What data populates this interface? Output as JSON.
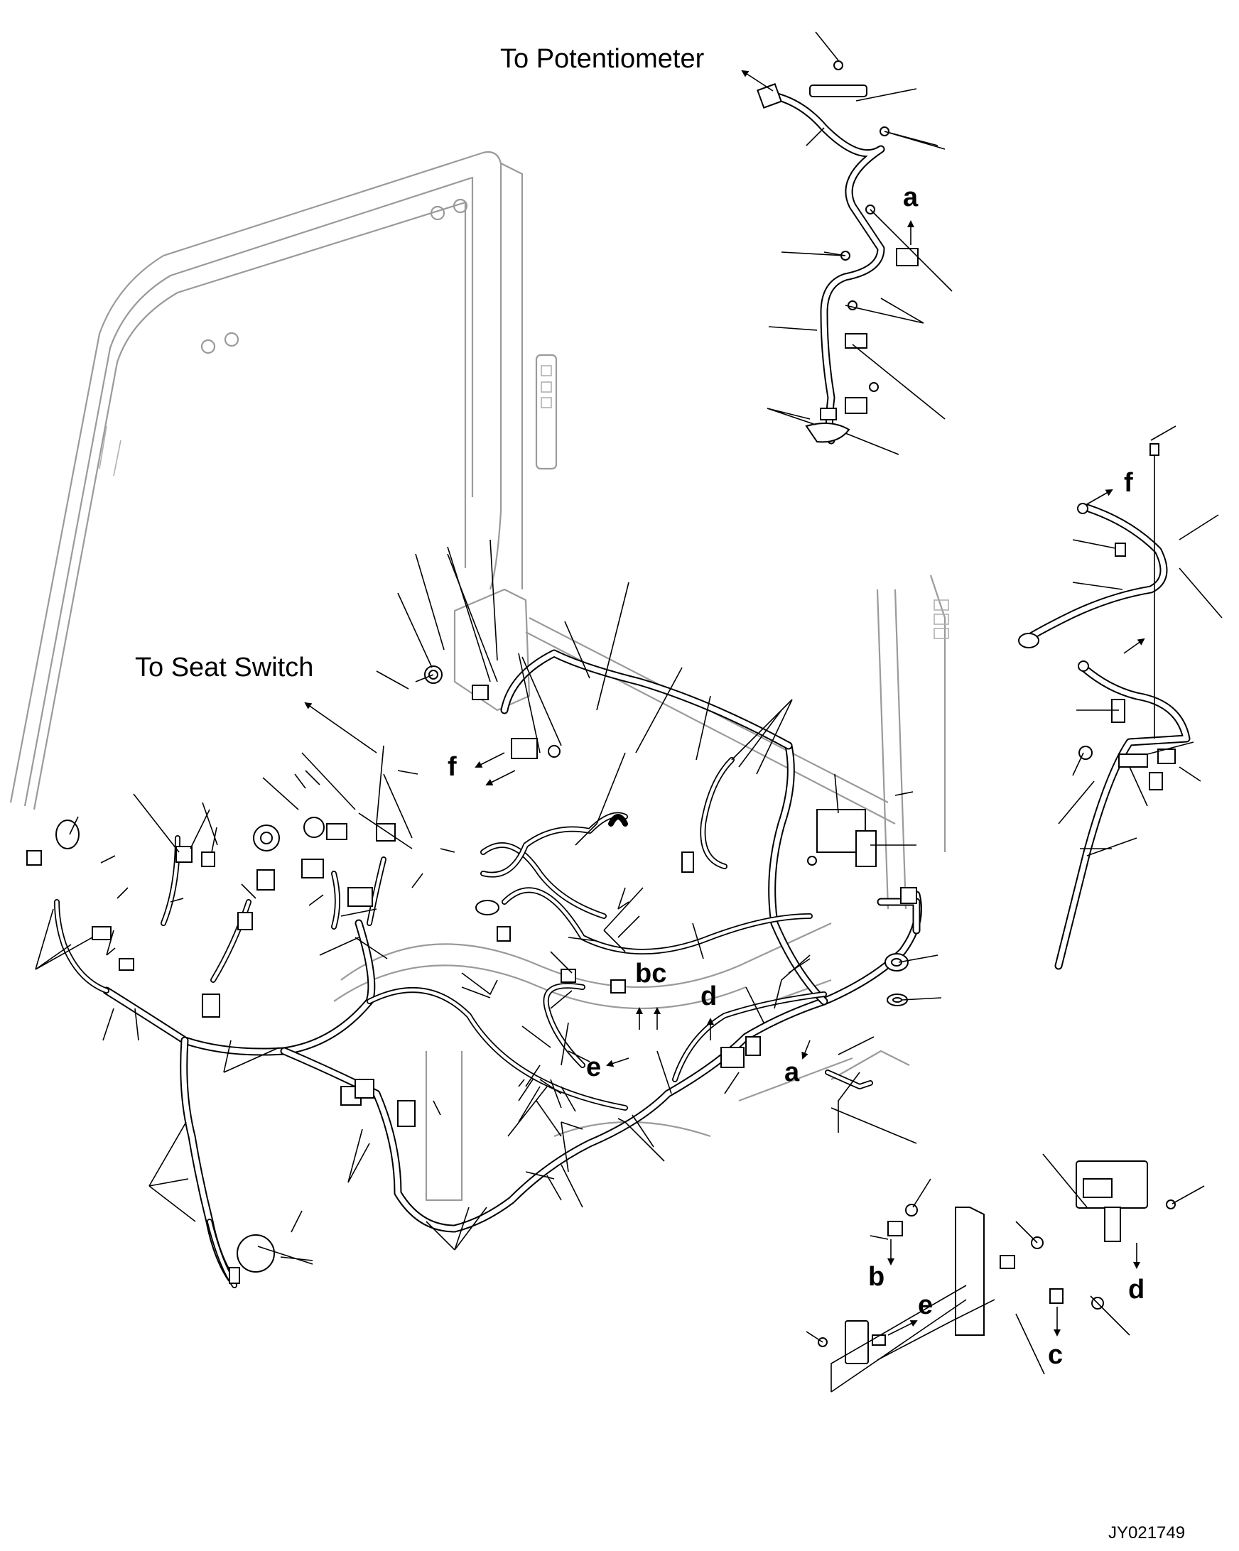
{
  "labels": {
    "to_potentiometer": "To Potentiometer",
    "to_seat_switch": "To Seat Switch"
  },
  "reference_letters": {
    "a_top": "a",
    "f_right": "f",
    "f_main": "f",
    "bc_main": "bc",
    "d_main": "d",
    "e_main": "e",
    "a_main": "a",
    "b_detail": "b",
    "e_detail": "e",
    "c_detail": "c",
    "d_detail": "d"
  },
  "figure_id": "JY021749"
}
